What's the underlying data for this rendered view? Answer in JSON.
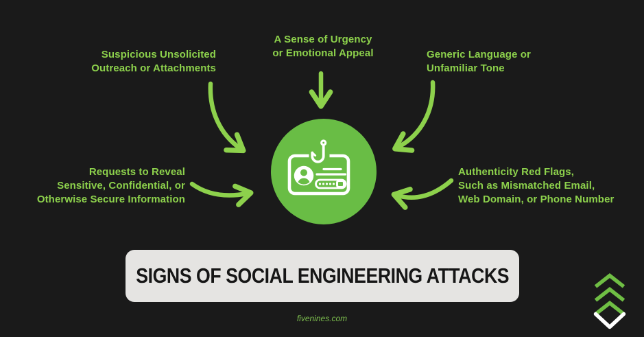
{
  "colors": {
    "background": "#1A1A1A",
    "label_green": "#8DD14C",
    "circle_green": "#69BD45",
    "icon_white": "#FFFFFF",
    "banner_bg": "#E5E4E2",
    "banner_text": "#161616",
    "footer_green": "#7CBD4E",
    "logo_green": "#6FBE44"
  },
  "labels": {
    "top_left": {
      "lines": [
        "Suspicious Unsolicited",
        "Outreach or Attachments"
      ]
    },
    "top_center": {
      "lines": [
        "A Sense of Urgency",
        "or Emotional Appeal"
      ]
    },
    "top_right": {
      "lines": [
        "Generic Language or",
        "Unfamiliar Tone"
      ]
    },
    "mid_left": {
      "lines": [
        "Requests to Reveal",
        "Sensitive, Confidential, or",
        "Otherwise Secure Information"
      ]
    },
    "mid_right": {
      "lines": [
        "Authenticity Red Flags,",
        "Such as Mismatched Email,",
        "Web Domain, or Phone Number"
      ]
    }
  },
  "banner": {
    "title": "SIGNS OF SOCIAL ENGINEERING ATTACKS"
  },
  "footer": {
    "website": "fivenines.com"
  },
  "icons": {
    "center": "phishing-id-badge-icon",
    "arrows": "curved-arrow-icon",
    "logo": "fivenines-chevron-logo"
  }
}
